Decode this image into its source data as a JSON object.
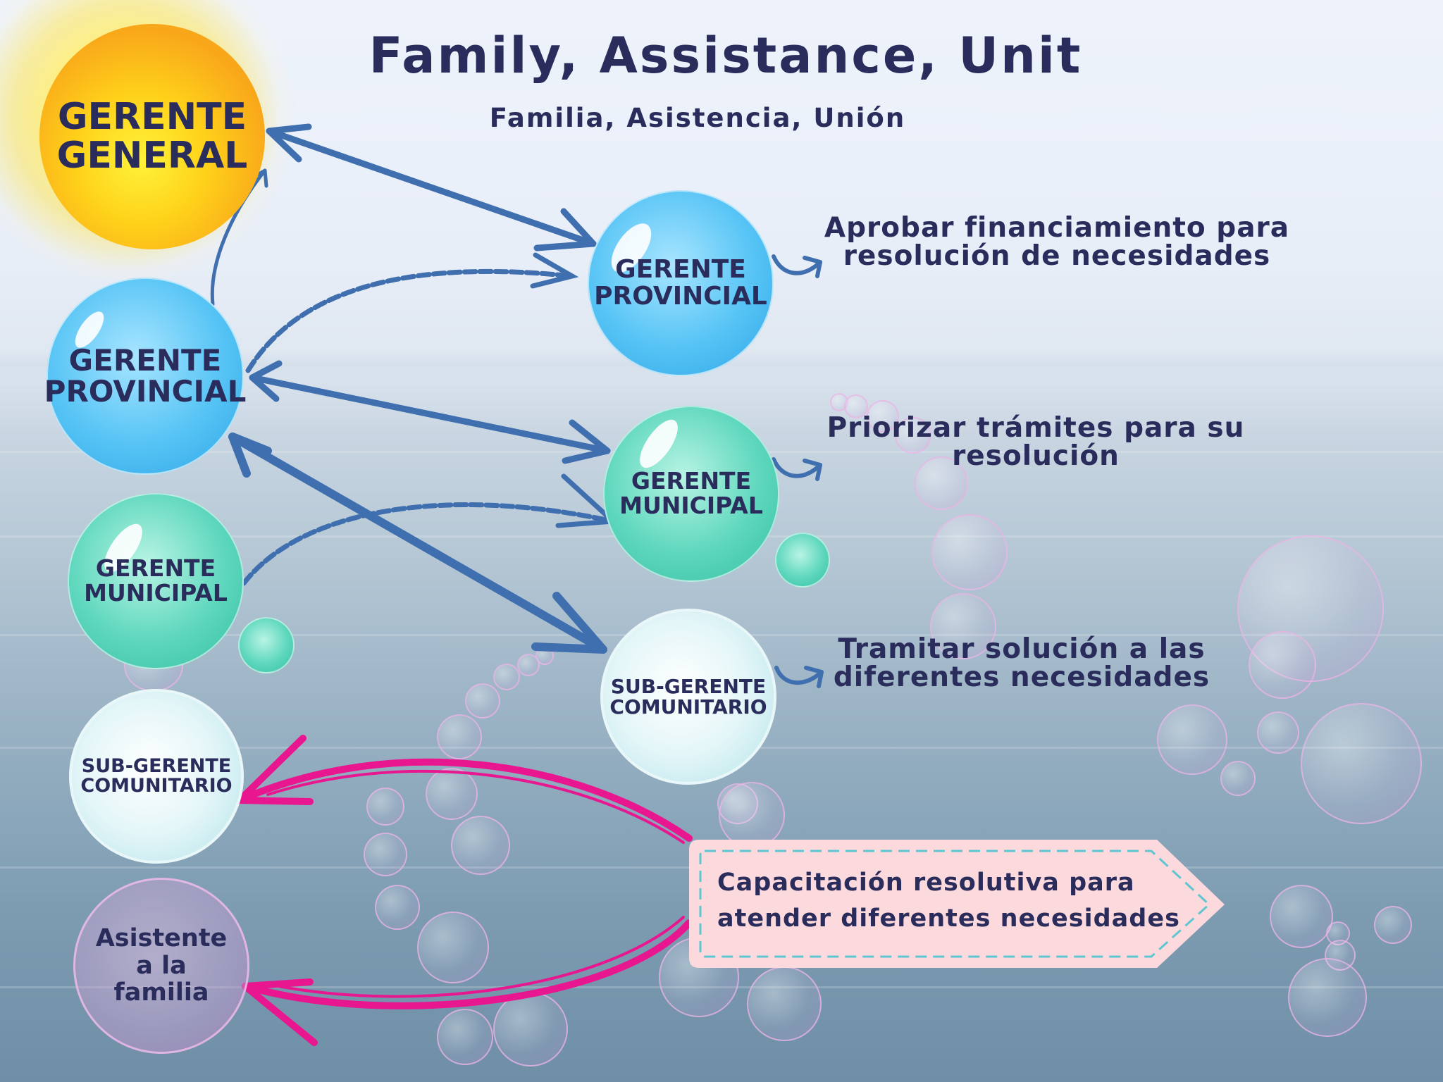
{
  "title": "Family, Assistance, Unit",
  "subtitle": "Familia, Asistencia, Unión",
  "nodes": {
    "general": [
      "GERENTE",
      "GENERAL"
    ],
    "provincial_left": [
      "GERENTE",
      "PROVINCIAL"
    ],
    "municipal_left": [
      "GERENTE",
      "MUNICIPAL"
    ],
    "subgerente_left": [
      "SUB-GERENTE",
      "COMUNITARIO"
    ],
    "asistente": [
      "Asistente",
      "a la",
      "familia"
    ],
    "provincial_right": [
      "GERENTE",
      "PROVINCIAL"
    ],
    "municipal_right": [
      "GERENTE",
      "MUNICIPAL"
    ],
    "subgerente_right": [
      "SUB-GERENTE",
      "COMUNITARIO"
    ]
  },
  "actions": {
    "provincial": [
      "Aprobar financiamiento para",
      "resolución de necesidades"
    ],
    "municipal": [
      "Priorizar trámites para su",
      "resolución"
    ],
    "comunitario": [
      "Tramitar solución a las",
      "diferentes necesidades"
    ]
  },
  "callout": [
    "Capacitación resolutiva para",
    "atender diferentes necesidades"
  ],
  "colors": {
    "text": "#2a2d5c",
    "arrow_blue": "#3f6fae",
    "arrow_magenta": "#e8168f",
    "callout_fill": "#fcd9dc",
    "callout_border": "#5ec6d0"
  }
}
